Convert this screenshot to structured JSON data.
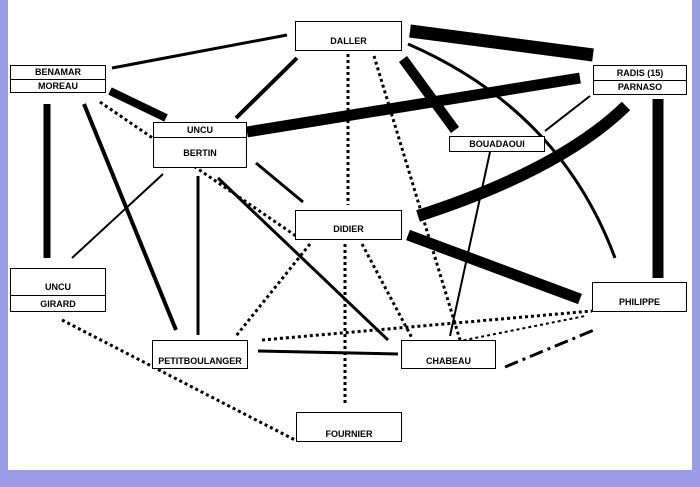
{
  "nodes": {
    "daller": [
      "DALLER"
    ],
    "benamar_moreau": [
      "BENAMAR",
      "MOREAU"
    ],
    "radis_parnaso": [
      "RADIS (15)",
      "PARNASO"
    ],
    "uncu_bertin": [
      "UNCU",
      "BERTIN"
    ],
    "bouadaoui": [
      "BOUADAOUI"
    ],
    "didier": [
      "DIDIER"
    ],
    "uncu_girard": [
      "UNCU",
      "GIRARD"
    ],
    "philippe": [
      "PHILIPPE"
    ],
    "petitboulanger": [
      "PETITBOULANGER"
    ],
    "chabeau": [
      "CHABEAU"
    ],
    "fournier": [
      "FOURNIER"
    ]
  },
  "colors": {
    "background": "#9b9be6",
    "canvas": "#ffffff",
    "ink": "#000000"
  },
  "edge_styles": [
    "solid",
    "dotted",
    "dash-dot"
  ]
}
